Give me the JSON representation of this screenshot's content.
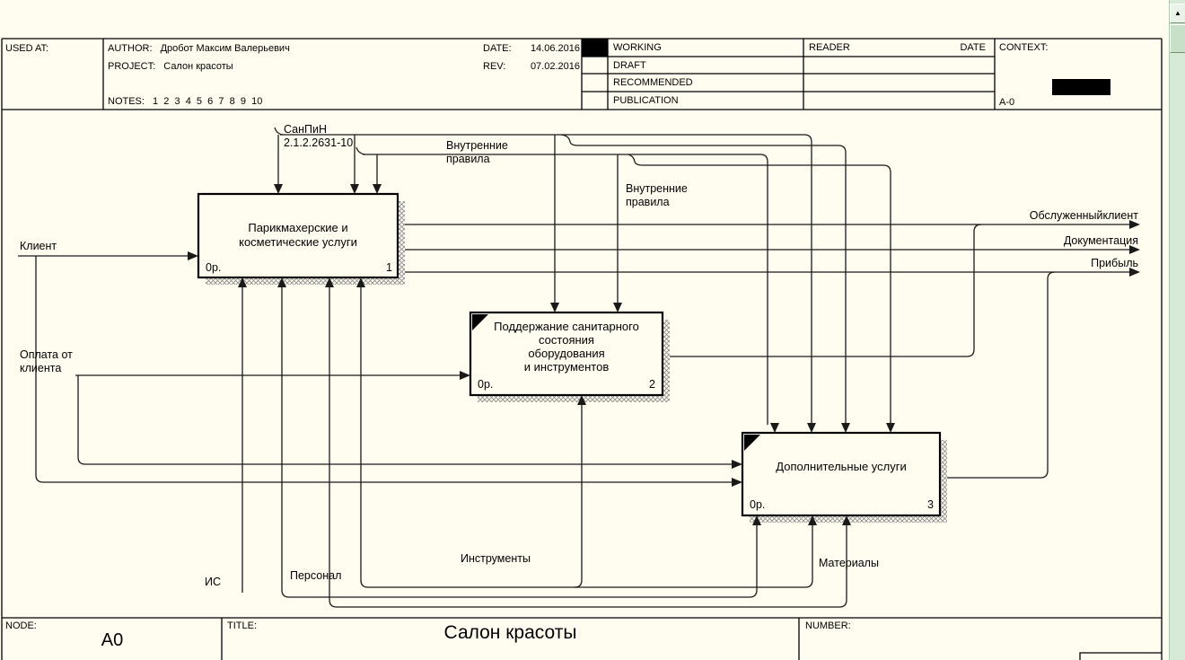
{
  "header": {
    "used_at": "USED AT:",
    "author_label": "AUTHOR:",
    "author": "Дробот Максим Валерьевич",
    "date_label": "DATE:",
    "date": "14.06.2016",
    "project_label": "PROJECT:",
    "project": "Салон красоты",
    "rev_label": "REV:",
    "rev": "07.02.2016",
    "notes_label": "NOTES:",
    "notes": "1  2  3  4  5  6  7  8  9  10",
    "statuses": [
      "WORKING",
      "DRAFT",
      "RECOMMENDED",
      "PUBLICATION"
    ],
    "reader": "READER",
    "reader_date": "DATE",
    "context_label": "CONTEXT:",
    "context_node": "A-0"
  },
  "diagram": {
    "boxes": [
      {
        "lines": [
          "Парикмахерские и",
          "косметические услуги"
        ],
        "cost": "0р.",
        "num": "1"
      },
      {
        "lines": [
          "Поддержание санитарного",
          "состояния",
          "оборудования",
          "и инструментов"
        ],
        "cost": "0р.",
        "num": "2"
      },
      {
        "lines": [
          "Дополнительные услуги"
        ],
        "cost": "0р.",
        "num": "3"
      }
    ],
    "labels": {
      "sanpin1": "СанПиН",
      "sanpin2": "2.1.2.2631-10",
      "rules1a": "Внутренние",
      "rules1b": "правила",
      "rules2a": "Внутренние",
      "rules2b": "правила",
      "client": "Клиент",
      "payment1": "Оплата от",
      "payment2": "клиента",
      "served_client": "Обслуженныйклиент",
      "documentation": "Документация",
      "profit": "Прибыль",
      "is": "ИС",
      "personnel": "Персонал",
      "tools": "Инструменты",
      "materials": "Материалы"
    }
  },
  "footer": {
    "node_label": "NODE:",
    "node": "A0",
    "title_label": "TITLE:",
    "title": "Салон красоты",
    "number_label": "NUMBER:"
  },
  "scrollbar": {
    "up_arrow": "▲"
  }
}
